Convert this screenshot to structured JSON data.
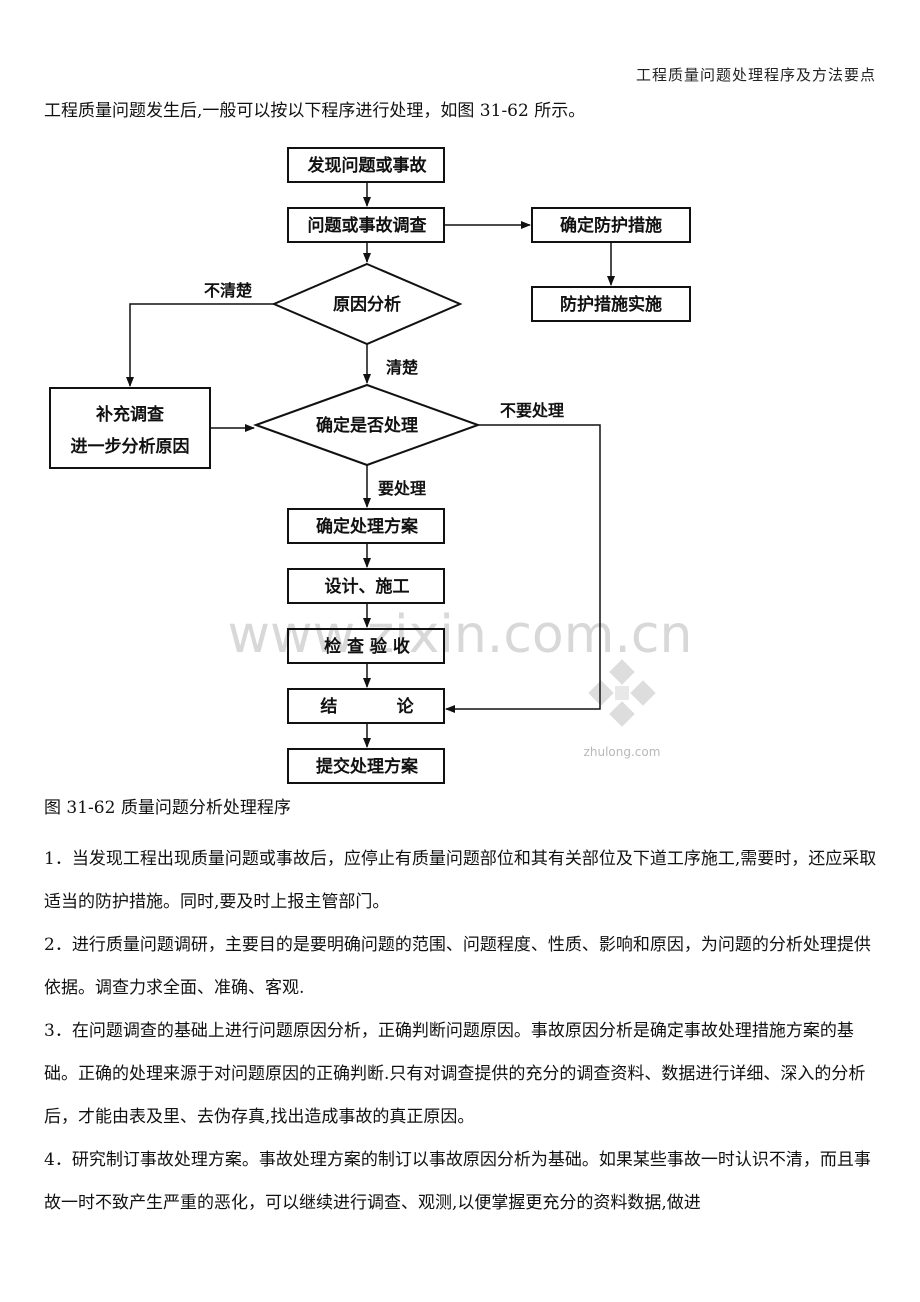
{
  "header": {
    "title": "工程质量问题处理程序及方法要点"
  },
  "intro": "工程质量问题发生后,一般可以按以下程序进行处理，如图 31-62 所示。",
  "flowchart": {
    "nodes": {
      "discover": "发现问题或事故",
      "investigate": "问题或事故调查",
      "protect_decide": "确定防护措施",
      "protect_implement": "防护措施实施",
      "cause_analysis": "原因分析",
      "supplement_line1": "补充调查",
      "supplement_line2": "进一步分析原因",
      "decide_process": "确定是否处理",
      "plan": "确定处理方案",
      "design_build": "设计、施工",
      "inspect": "检 查 验 收",
      "conclusion": "结          论",
      "submit": "提交处理方案"
    },
    "edges": {
      "unclear": "不清楚",
      "clear": "清楚",
      "no_process": "不要处理",
      "need_process": "要处理"
    }
  },
  "watermark": {
    "main": "www.zixin.com.cn",
    "logo": "zhulong.com"
  },
  "caption": "图 31-62 质量问题分析处理程序",
  "paragraphs": [
    "1．当发现工程出现质量问题或事故后，应停止有质量问题部位和其有关部位及下道工序施工,需要时，还应采取适当的防护措施。同时,要及时上报主管部门。",
    "2．进行质量问题调研，主要目的是要明确问题的范围、问题程度、性质、影响和原因，为问题的分析处理提供依据。调查力求全面、准确、客观.",
    "3．在问题调查的基础上进行问题原因分析，正确判断问题原因。事故原因分析是确定事故处理措施方案的基础。正确的处理来源于对问题原因的正确判断.只有对调查提供的充分的调查资料、数据进行详细、深入的分析后，才能由表及里、去伪存真,找出造成事故的真正原因。",
    "4．研究制订事故处理方案。事故处理方案的制订以事故原因分析为基础。如果某些事故一时认识不清，而且事故一时不致产生严重的恶化，可以继续进行调查、观测,以便掌握更充分的资料数据,做进"
  ]
}
